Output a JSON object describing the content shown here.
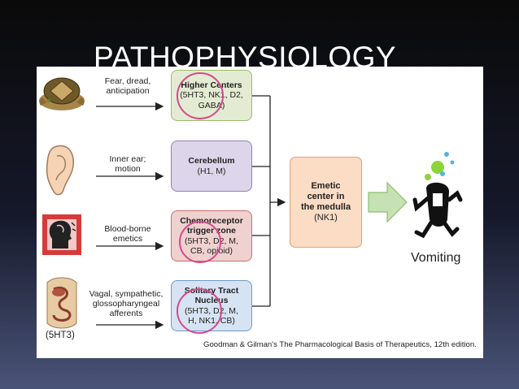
{
  "slide": {
    "title": "PATHOPHYSIOLOGY"
  },
  "stimuli": [
    {
      "text": "Fear, dread,\nanticipation",
      "icon": "turtle-icon"
    },
    {
      "text": "Inner ear;\nmotion",
      "icon": "ear-icon"
    },
    {
      "text": "Blood-borne\nemetics",
      "icon": "head-icon"
    },
    {
      "text": "Vagal, sympathetic,\nglossopharyngeal\nafferents",
      "icon": "digestive-tract-icon"
    }
  ],
  "centers": [
    {
      "name": "Higher Centers",
      "receptors": "(5HT3, NK1, D2,\nGABA)",
      "fill": "#e3ecd2",
      "border": "#9cba6c"
    },
    {
      "name": "Cerebellum",
      "receptors": "(H1, M)",
      "fill": "#ddd6ea",
      "border": "#8f7fb5"
    },
    {
      "name": "Chemoreceptor\ntrigger zone",
      "receptors": "(5HT3, D2, M,\nCB, opioid)",
      "fill": "#efd1cf",
      "border": "#c8706c"
    },
    {
      "name": "Solitary Tract\nNucleus",
      "receptors": "(5HT3, D2, M,\nH, NK1, CB)",
      "fill": "#d6e3f2",
      "border": "#6f99c9"
    }
  ],
  "emetic_center": {
    "title": "Emetic\ncenter in\nthe medulla",
    "receptors": "(NK1)"
  },
  "outcome": {
    "label": "Vomiting",
    "icon": "vomiting-figure-icon"
  },
  "gut_label": "(5HT3)",
  "citation": "Goodman & Gilman's The Pharmacological Basis of Therapeutics, 12th edition.",
  "colors": {
    "highlight_circle": "#d6488e",
    "arrow_fill": "#c6e1b3",
    "arrow_border": "#8cbf6d",
    "emetic_fill": "#fbdcc5"
  }
}
